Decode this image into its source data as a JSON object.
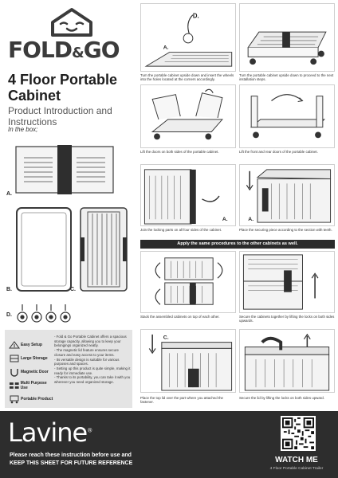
{
  "brand": {
    "logo_main": "FOLD",
    "logo_amp": "&",
    "logo_end": "GO",
    "footer_brand": "Lavine",
    "footer_mark": "®"
  },
  "header": {
    "title": "4 Floor Portable Cabinet",
    "subtitle": "Product Introduction and Instructions",
    "in_box": "In the box;"
  },
  "parts": {
    "labels": [
      "A.",
      "B.",
      "C.",
      "D."
    ]
  },
  "features": {
    "items": [
      "Easy Setup",
      "Large Storage",
      "Magnetic Door",
      "Multi Purpose Use",
      "Portable Product"
    ],
    "text": "- Fold & Go Portable Cabinet offers a spacious storage capacity, allowing you to keep your belongings organized neatly.\n- The magnetic lid feature ensures secure closure and easy access to your items.\n- Its versatile design is suitable for various purposes and spaces.\n- Setting up this product is quite simple, making it ready for immediate use.\n- Thanks to its portability, you can take it with you wherever you need organized storage."
  },
  "steps": [
    {
      "caption": "Turn the portable cabinet upside down and insert the wheels into the holes located at the corners accordingly."
    },
    {
      "caption": "Turn the portable cabinet upside down to proceed to the next installation steps."
    },
    {
      "caption": "Lift the doors on both sides of the portable cabinet."
    },
    {
      "caption": "Lift the front and rear doors of the portable cabinet."
    },
    {
      "caption": "Join the locking parts on all four sides of the cabinet."
    },
    {
      "caption": "Place the securing piece according to the section with teeth."
    },
    {
      "caption": "Stack the assembled cabinets on top of each other."
    },
    {
      "caption": "Secure the cabinets together by lifting the locks on both sides upwards."
    },
    {
      "caption": "Place the top lid over the part where you attached the fastener."
    },
    {
      "caption": "Secure the lid by lifting the locks on both sides upward."
    }
  ],
  "banner": "Apply the same procedures to the other cabinets as well.",
  "footer": {
    "notice_line1": "Please reach these instruction before use and",
    "notice_line2": "KEEP THIS SHEET FOR FUTURE REFERENCE",
    "watch_me": "WATCH ME",
    "trailer": "4 Floor Portable Cabinet Trailer"
  },
  "colors": {
    "dark": "#2d2d2d",
    "panel": "#e4e4e4",
    "line": "#3a3a3a"
  },
  "icons": [
    "house-logo-icon",
    "easy-setup-icon",
    "large-storage-icon",
    "magnetic-door-icon",
    "multi-purpose-icon",
    "portable-icon",
    "qr-code-icon"
  ]
}
